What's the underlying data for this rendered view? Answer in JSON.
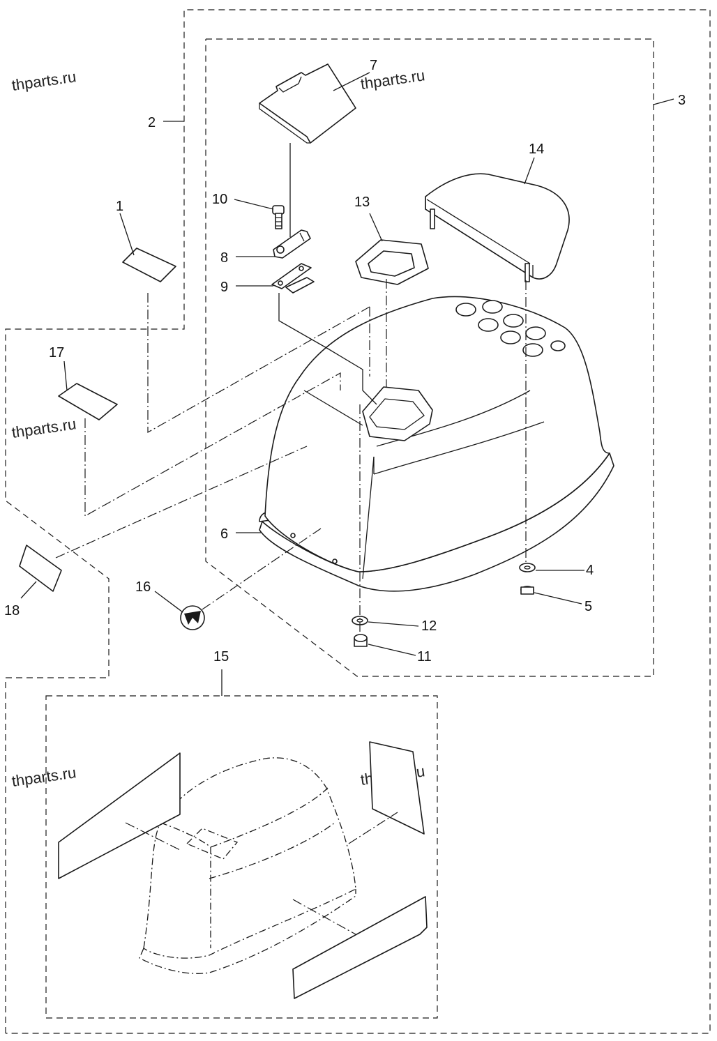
{
  "watermark": "thparts.ru",
  "callouts": {
    "c1": "1",
    "c2": "2",
    "c3": "3",
    "c4": "4",
    "c5": "5",
    "c6": "6",
    "c7": "7",
    "c8": "8",
    "c9": "9",
    "c10": "10",
    "c11": "11",
    "c12": "12",
    "c13": "13",
    "c14": "14",
    "c15": "15",
    "c16": "16",
    "c17": "17",
    "c18": "18"
  },
  "colors": {
    "line": "#1a1a1a",
    "background": "#ffffff"
  }
}
